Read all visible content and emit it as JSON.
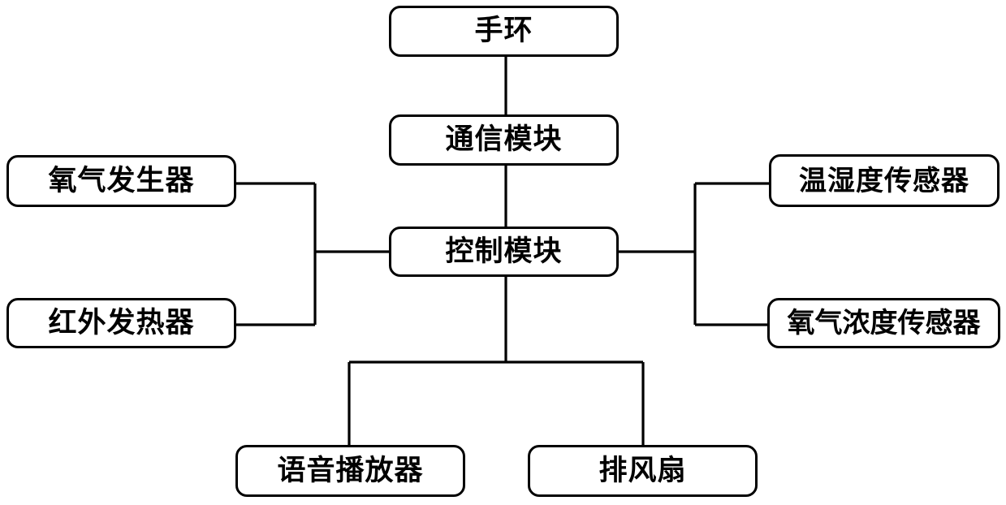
{
  "diagram": {
    "type": "block-diagram",
    "background_color": "#ffffff",
    "line_color": "#000000",
    "box_border_color": "#000000",
    "box_fill_color": "#ffffff",
    "nodes": {
      "wristband": "手环",
      "comm_module": "通信模块",
      "control_module": "控制模块",
      "oxygen_generator": "氧气发生器",
      "infrared_heater": "红外发热器",
      "temperature_humidity_sensor": "温湿度传感器",
      "oxygen_concentration_sensor": "氧气浓度传感器",
      "voice_player": "语音播放器",
      "exhaust_fan": "排风扇"
    },
    "connections": [
      {
        "from": "wristband",
        "to": "comm_module"
      },
      {
        "from": "comm_module",
        "to": "control_module"
      },
      {
        "from": "control_module",
        "to": "oxygen_generator"
      },
      {
        "from": "control_module",
        "to": "infrared_heater"
      },
      {
        "from": "control_module",
        "to": "temperature_humidity_sensor"
      },
      {
        "from": "control_module",
        "to": "oxygen_concentration_sensor"
      },
      {
        "from": "control_module",
        "to": "voice_player"
      },
      {
        "from": "control_module",
        "to": "exhaust_fan"
      }
    ]
  }
}
